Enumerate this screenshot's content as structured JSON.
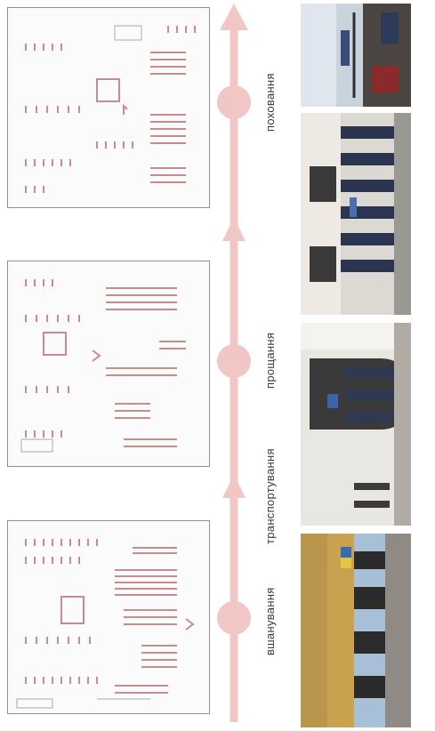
{
  "stages": [
    {
      "id": "vshanuvannya",
      "label": "вшанування"
    },
    {
      "id": "transportuvannya",
      "label": "транспортування"
    },
    {
      "id": "proshchannya",
      "label": "прощання"
    },
    {
      "id": "pokhovannya",
      "label": "поховання"
    }
  ],
  "colors": {
    "timeline": "#f0c7c5",
    "scheme_stroke": "#c98b8b",
    "frame": "#8f8f8f"
  }
}
